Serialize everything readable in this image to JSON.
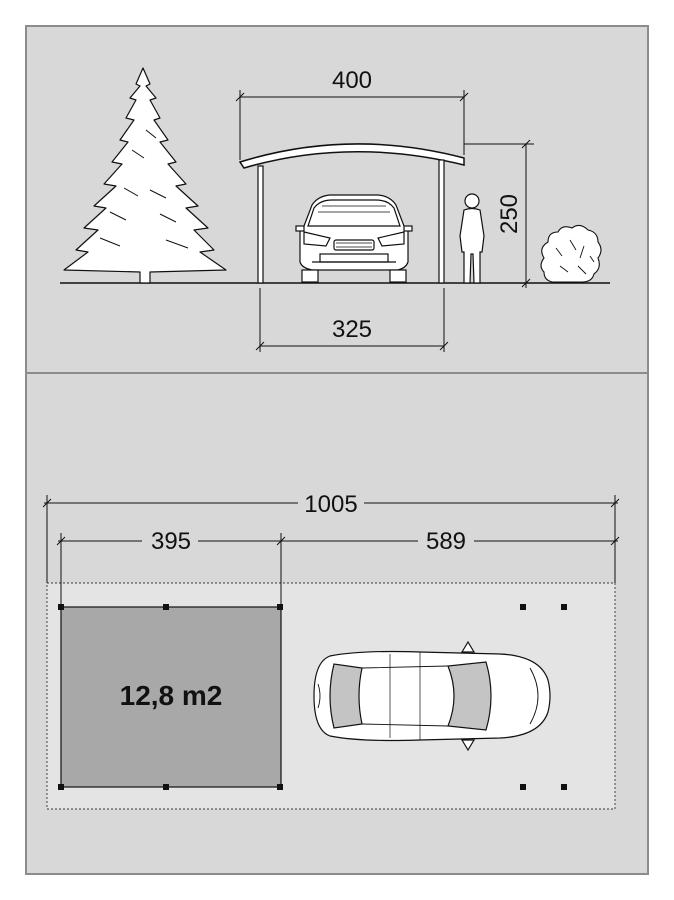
{
  "elevation": {
    "roof_width": "400",
    "post_spacing": "325",
    "height": "250"
  },
  "plan": {
    "total_length": "1005",
    "shed_length": "395",
    "carport_length": "589",
    "shed_area": "12,8 m2"
  },
  "colors": {
    "panel_background": "#d8d8d8",
    "panel_border": "#8c8c8c",
    "shed_fill": "#a8a8a8",
    "plan_outline": "#e4e4e4",
    "line": "#111111"
  },
  "icons": [
    "tree-icon",
    "car-front-icon",
    "person-icon",
    "shrub-icon",
    "car-top-icon"
  ]
}
